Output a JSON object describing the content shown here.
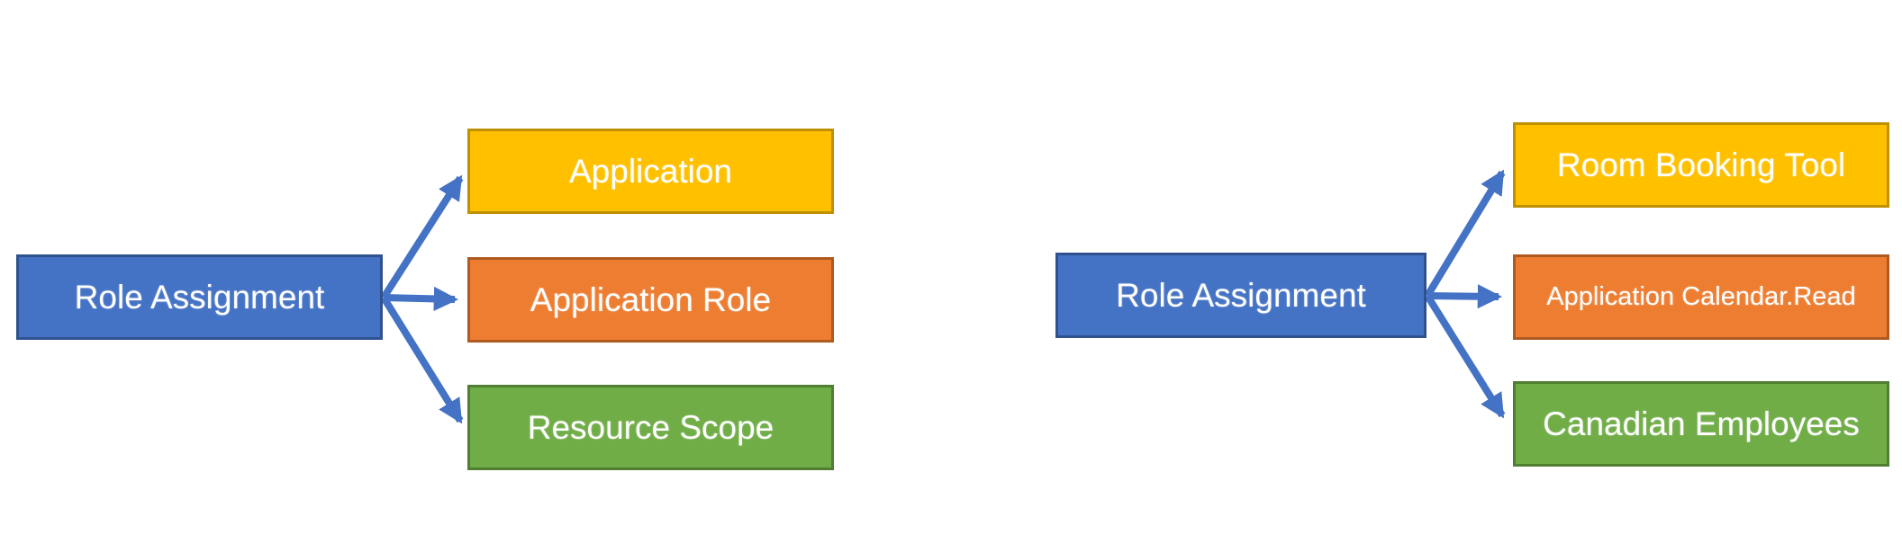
{
  "background": "#FFFFFF",
  "text_color": "#FFFFFF",
  "arrow_color": "#4472C4",
  "diagrams": [
    {
      "source": {
        "label": "Role Assignment",
        "fill": "#4472C4",
        "border": "#2F528F"
      },
      "targets": [
        {
          "label": "Application",
          "fill": "#FFC000",
          "border": "#BF9000"
        },
        {
          "label": "Application Role",
          "fill": "#ED7D31",
          "border": "#AE5A21"
        },
        {
          "label": "Resource Scope",
          "fill": "#70AD47",
          "border": "#507E32"
        }
      ]
    },
    {
      "source": {
        "label": "Role Assignment",
        "fill": "#4472C4",
        "border": "#2F528F"
      },
      "targets": [
        {
          "label": "Room Booking Tool",
          "fill": "#FFC000",
          "border": "#BF9000"
        },
        {
          "label": "Application Calendar.Read",
          "fill": "#ED7D31",
          "border": "#AE5A21"
        },
        {
          "label": "Canadian Employees",
          "fill": "#70AD47",
          "border": "#507E32"
        }
      ]
    }
  ]
}
